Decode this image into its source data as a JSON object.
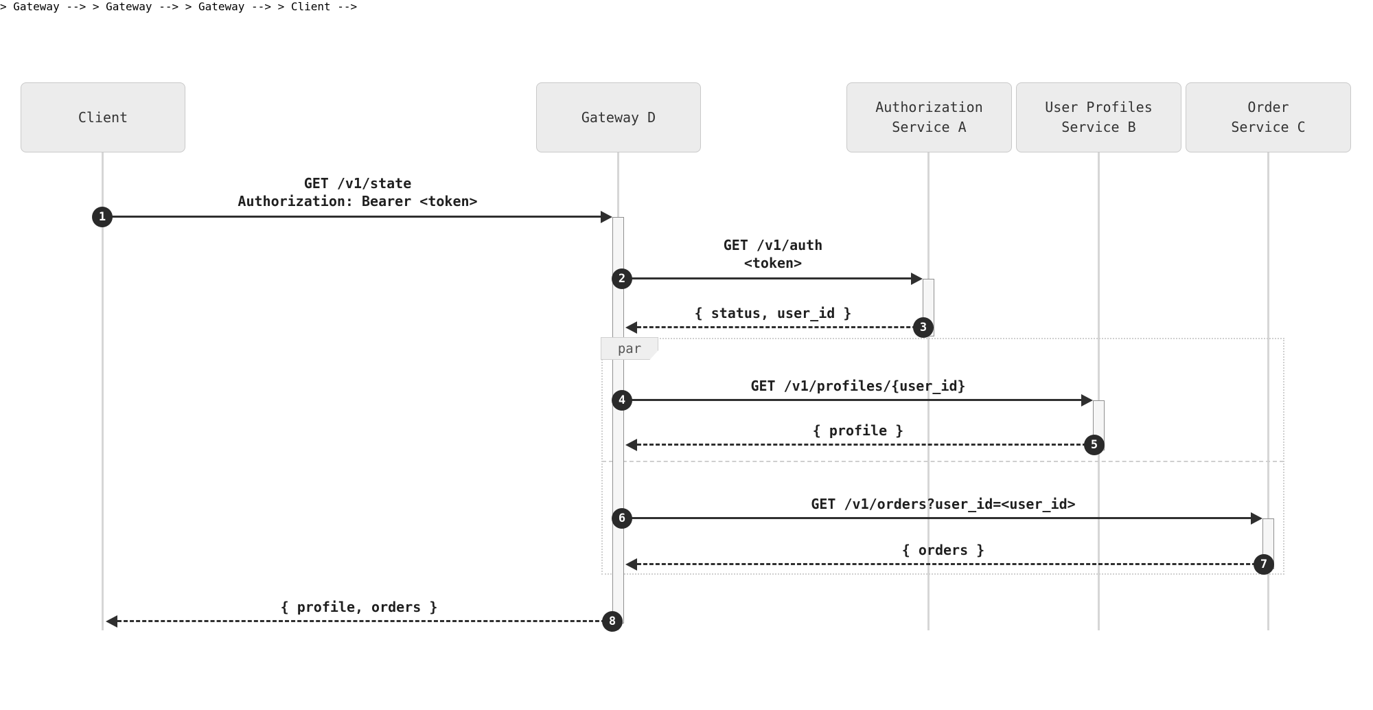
{
  "diagram": {
    "type": "sequence-diagram",
    "actors": [
      {
        "id": "client",
        "label": "Client"
      },
      {
        "id": "gateway",
        "label": "Gateway D"
      },
      {
        "id": "auth",
        "label": "Authorization\nService A"
      },
      {
        "id": "profiles",
        "label": "User Profiles\nService B"
      },
      {
        "id": "orders",
        "label": "Order\nService C"
      }
    ],
    "messages": [
      {
        "seq": "1",
        "from": "client",
        "to": "gateway",
        "style": "solid",
        "label": "GET /v1/state\nAuthorization: Bearer <token>"
      },
      {
        "seq": "2",
        "from": "gateway",
        "to": "auth",
        "style": "solid",
        "label": "GET /v1/auth\n<token>"
      },
      {
        "seq": "3",
        "from": "auth",
        "to": "gateway",
        "style": "dashed",
        "label": "{ status, user_id }"
      },
      {
        "seq": "4",
        "from": "gateway",
        "to": "profiles",
        "style": "solid",
        "label": "GET /v1/profiles/{user_id}"
      },
      {
        "seq": "5",
        "from": "profiles",
        "to": "gateway",
        "style": "dashed",
        "label": "{ profile }"
      },
      {
        "seq": "6",
        "from": "gateway",
        "to": "orders",
        "style": "solid",
        "label": "GET /v1/orders?user_id=<user_id>"
      },
      {
        "seq": "7",
        "from": "orders",
        "to": "gateway",
        "style": "dashed",
        "label": "{ orders }"
      },
      {
        "seq": "8",
        "from": "gateway",
        "to": "client",
        "style": "dashed",
        "label": "{ profile, orders }"
      }
    ],
    "fragment": {
      "operator": "par",
      "spans_messages": [
        "4",
        "5",
        "6",
        "7"
      ]
    },
    "colors": {
      "background": "#ffffff",
      "actor_fill": "#ececec",
      "actor_border": "#c9c9c9",
      "lifeline": "#d6d6d6",
      "activation_fill": "#f6f6f6",
      "activation_border": "#8f8f8f",
      "message_line": "#2f2f2f",
      "message_text": "#1f1f1f",
      "badge_fill": "#2a2a2a",
      "badge_text": "#ffffff",
      "fragment_border": "#cfcfcf",
      "fragment_label_fill": "#efefef",
      "fragment_label_text": "#555555",
      "actor_text": "#333333"
    }
  }
}
